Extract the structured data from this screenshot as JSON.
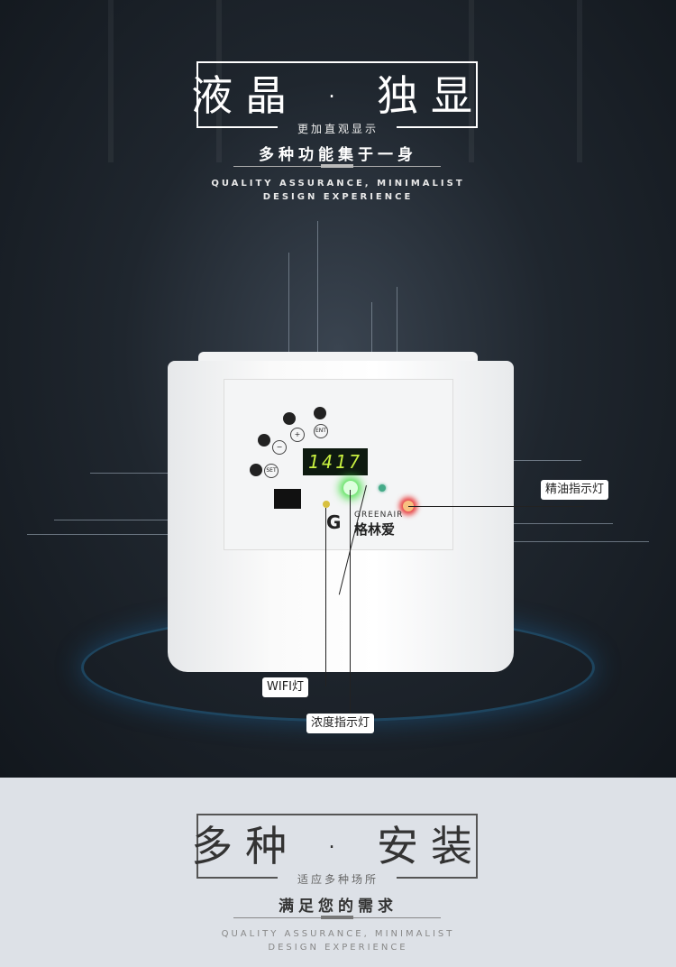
{
  "section1": {
    "title_left": "液晶",
    "title_dot": "·",
    "title_right": "独显",
    "tagline": "更加直观显示",
    "subtitle": "多种功能集于一身",
    "english": "QUALITY ASSURANCE, MINIMALIST DESIGN EXPERIENCE"
  },
  "device": {
    "display_value": "1417",
    "btn_plus": "+",
    "btn_minus": "−",
    "btn_ent": "ENT",
    "btn_set": "SET",
    "brand_en": "GREENAIR",
    "brand_cn": "格林爱",
    "labels": {
      "oil_indicator": "精油指示灯",
      "wifi": "WIFI灯",
      "concentration_indicator": "浓度指示灯"
    },
    "colors": {
      "oil": "#e84040",
      "concentration": "#40e040",
      "wifi": "#d8c040"
    }
  },
  "section2": {
    "title_left": "多种",
    "title_dot": "·",
    "title_right": "安装",
    "tagline": "适应多种场所",
    "subtitle": "满足您的需求",
    "english": "QUALITY ASSURANCE, MINIMALIST DESIGN EXPERIENCE"
  }
}
